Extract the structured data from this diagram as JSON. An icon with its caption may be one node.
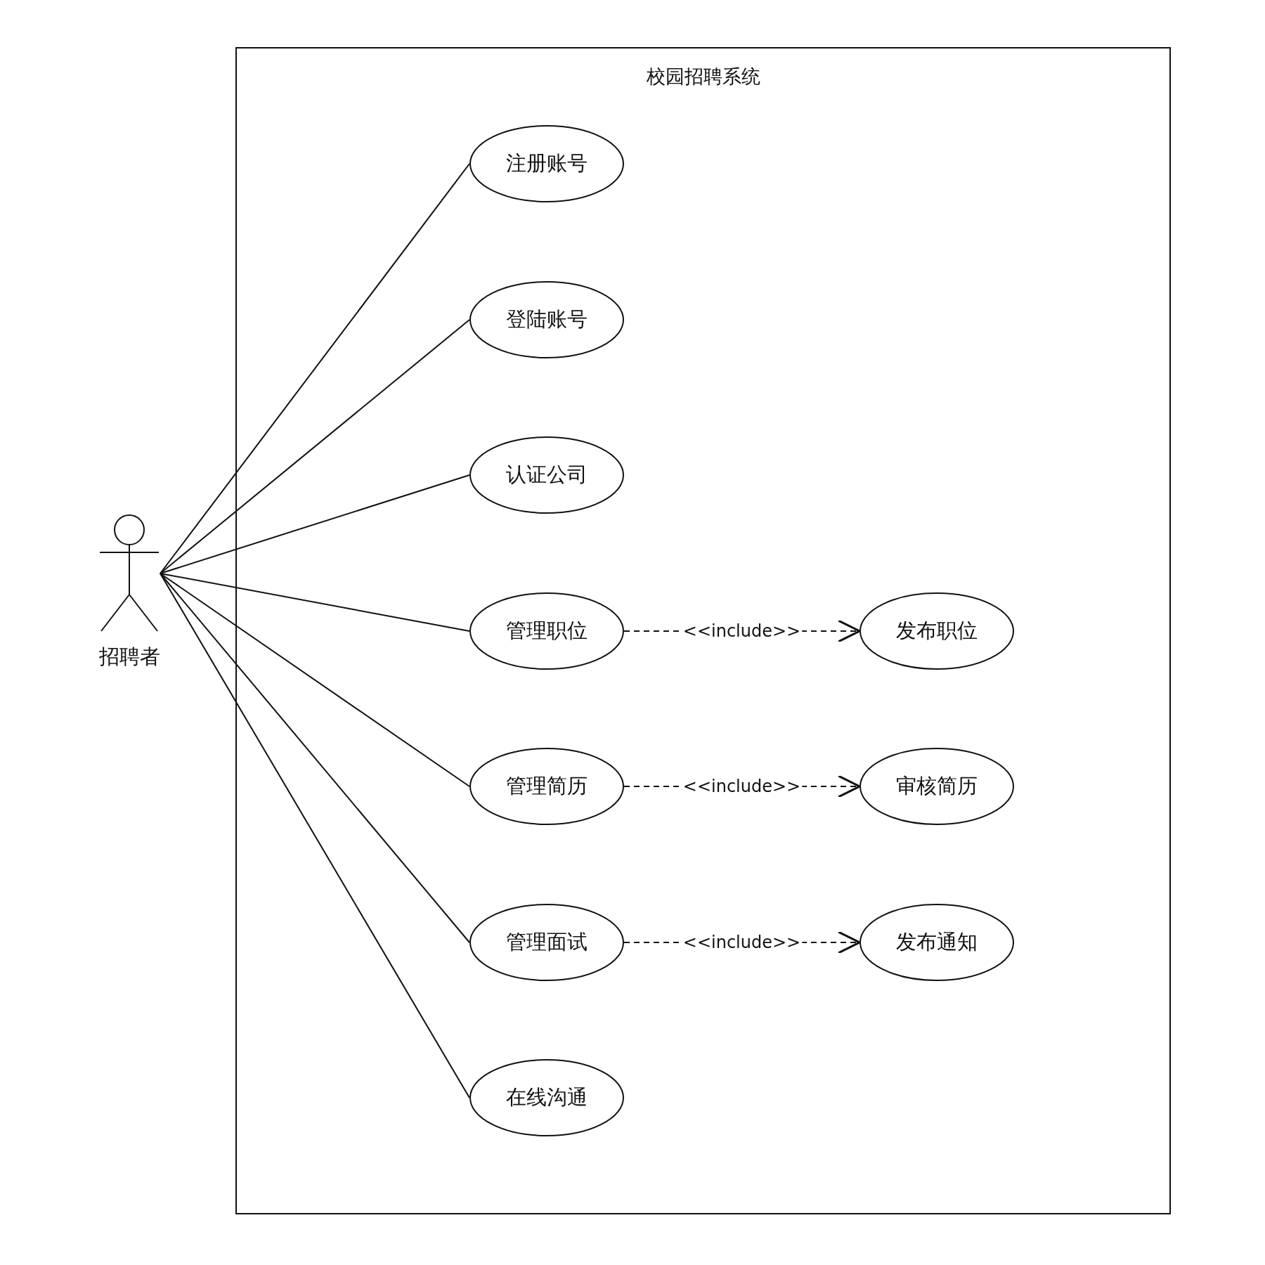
{
  "diagram": {
    "nodes": [
      {
        "text": [
          "校园招聘系统"
        ]
      },
      {
        "text": [
          "招聘者"
        ]
      },
      {
        "text": [
          "注册账号"
        ],
        "in": 0
      },
      {
        "text": [
          "登陆账号"
        ],
        "in": 0
      },
      {
        "text": [
          "认证公司"
        ],
        "in": 0
      },
      {
        "text": [
          "管理职位"
        ],
        "in": 0
      },
      {
        "text": [
          "管理简历"
        ],
        "in": 0
      },
      {
        "text": [
          "管理面试"
        ],
        "in": 0
      },
      {
        "text": [
          "在线沟通"
        ],
        "in": 0
      },
      {
        "text": [
          "发布职位"
        ],
        "in": 0
      },
      {
        "text": [
          "审核简历"
        ],
        "in": 0
      },
      {
        "text": [
          "发布通知"
        ],
        "in": 0
      }
    ],
    "edges": [
      {
        "from": 1,
        "to": 2,
        "arrow": "none"
      },
      {
        "from": 1,
        "to": 3,
        "arrow": "none"
      },
      {
        "from": 1,
        "to": 4,
        "arrow": "none"
      },
      {
        "from": 1,
        "to": 5,
        "arrow": "none"
      },
      {
        "from": 1,
        "to": 6,
        "arrow": "none"
      },
      {
        "from": 1,
        "to": 7,
        "arrow": "none"
      },
      {
        "from": 1,
        "to": 8,
        "arrow": "none"
      },
      {
        "from": 5,
        "to": 9,
        "arrow": "to",
        "label": "<<include>>",
        "style": "dashed"
      },
      {
        "from": 6,
        "to": 10,
        "arrow": "to",
        "label": "<<include>>",
        "style": "dashed"
      },
      {
        "from": 7,
        "to": 11,
        "arrow": "to",
        "label": "<<include>>",
        "style": "dashed"
      }
    ]
  }
}
